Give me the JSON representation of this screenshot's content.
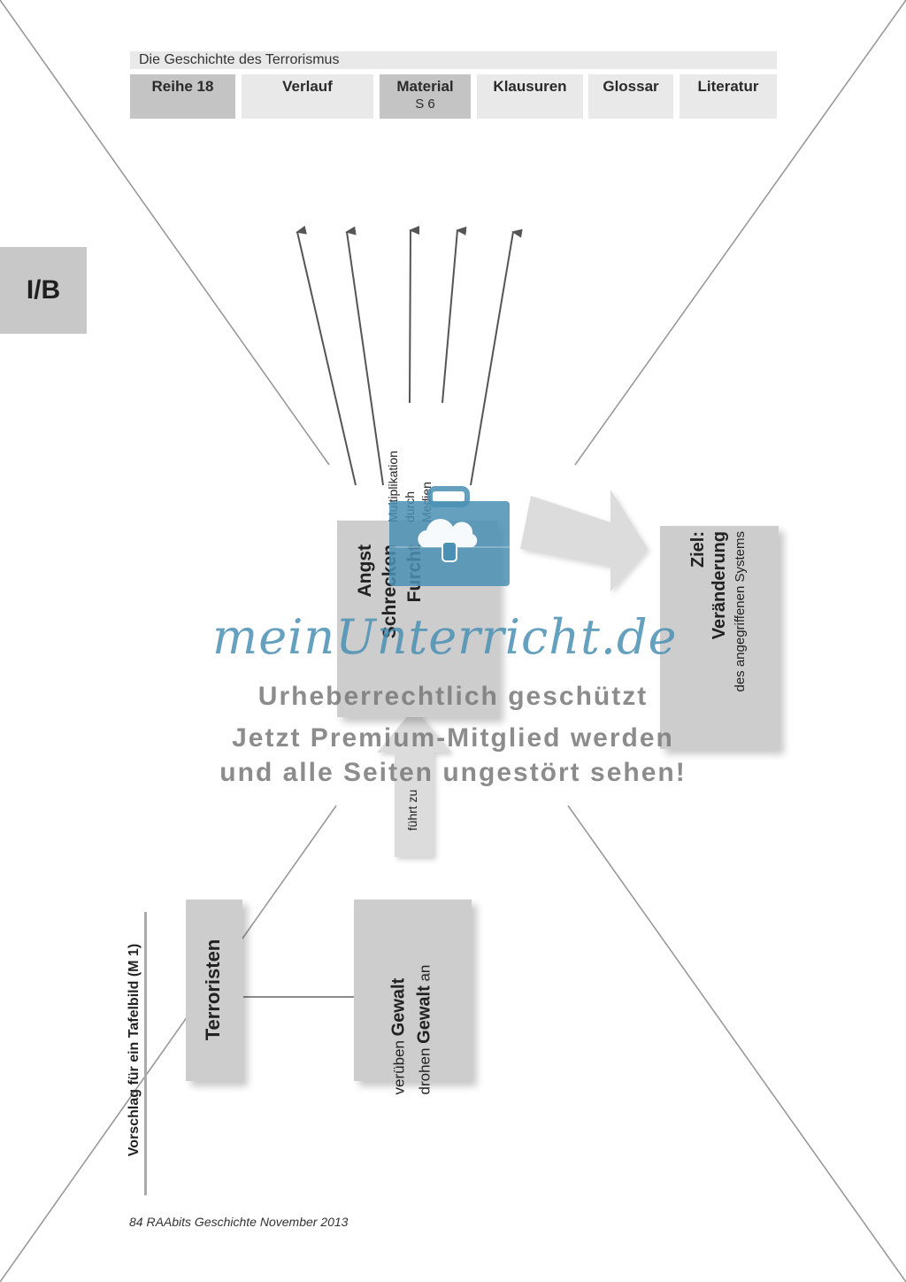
{
  "header": {
    "title": "Die Geschichte des Terrorismus",
    "tabs": [
      {
        "label": "Reihe 18",
        "sub": ""
      },
      {
        "label": "Verlauf",
        "sub": ""
      },
      {
        "label": "Material",
        "sub": "S 6"
      },
      {
        "label": "Klausuren",
        "sub": ""
      },
      {
        "label": "Glossar",
        "sub": ""
      },
      {
        "label": "Literatur",
        "sub": ""
      }
    ]
  },
  "side_tab": "I/B",
  "diagram": {
    "caption": "Vorschlag für ein Tafelbild (M 1)",
    "terroristen": "Terroristen",
    "gewalt_line1_pre": "verüben ",
    "gewalt_line1_bold": "Gewalt",
    "gewalt_line2_pre": "drohen ",
    "gewalt_line2_bold": "Gewalt",
    "gewalt_line2_post": " an",
    "fuehrt_zu": "führt zu",
    "emotions": [
      "Angst",
      "Schrecken",
      "Furcht"
    ],
    "media_lines": [
      "Multiplikation",
      "durch",
      "Medien"
    ],
    "ziel_label": "Ziel:",
    "ziel_value": "Veränderung",
    "ziel_sub": "des angegriffenen Systems"
  },
  "watermark": {
    "logo": "meinUnterricht.de",
    "line1": "Urheberrechtlich geschützt",
    "line2": "Jetzt Premium-Mitglied werden",
    "line3": "und alle Seiten ungestört sehen!",
    "icon": "briefcase-cloud-icon"
  },
  "footer": "84 RAAbits Geschichte November 2013",
  "colors": {
    "box": "#cdcdcd",
    "watermark_blue": "#4a8fb4"
  }
}
